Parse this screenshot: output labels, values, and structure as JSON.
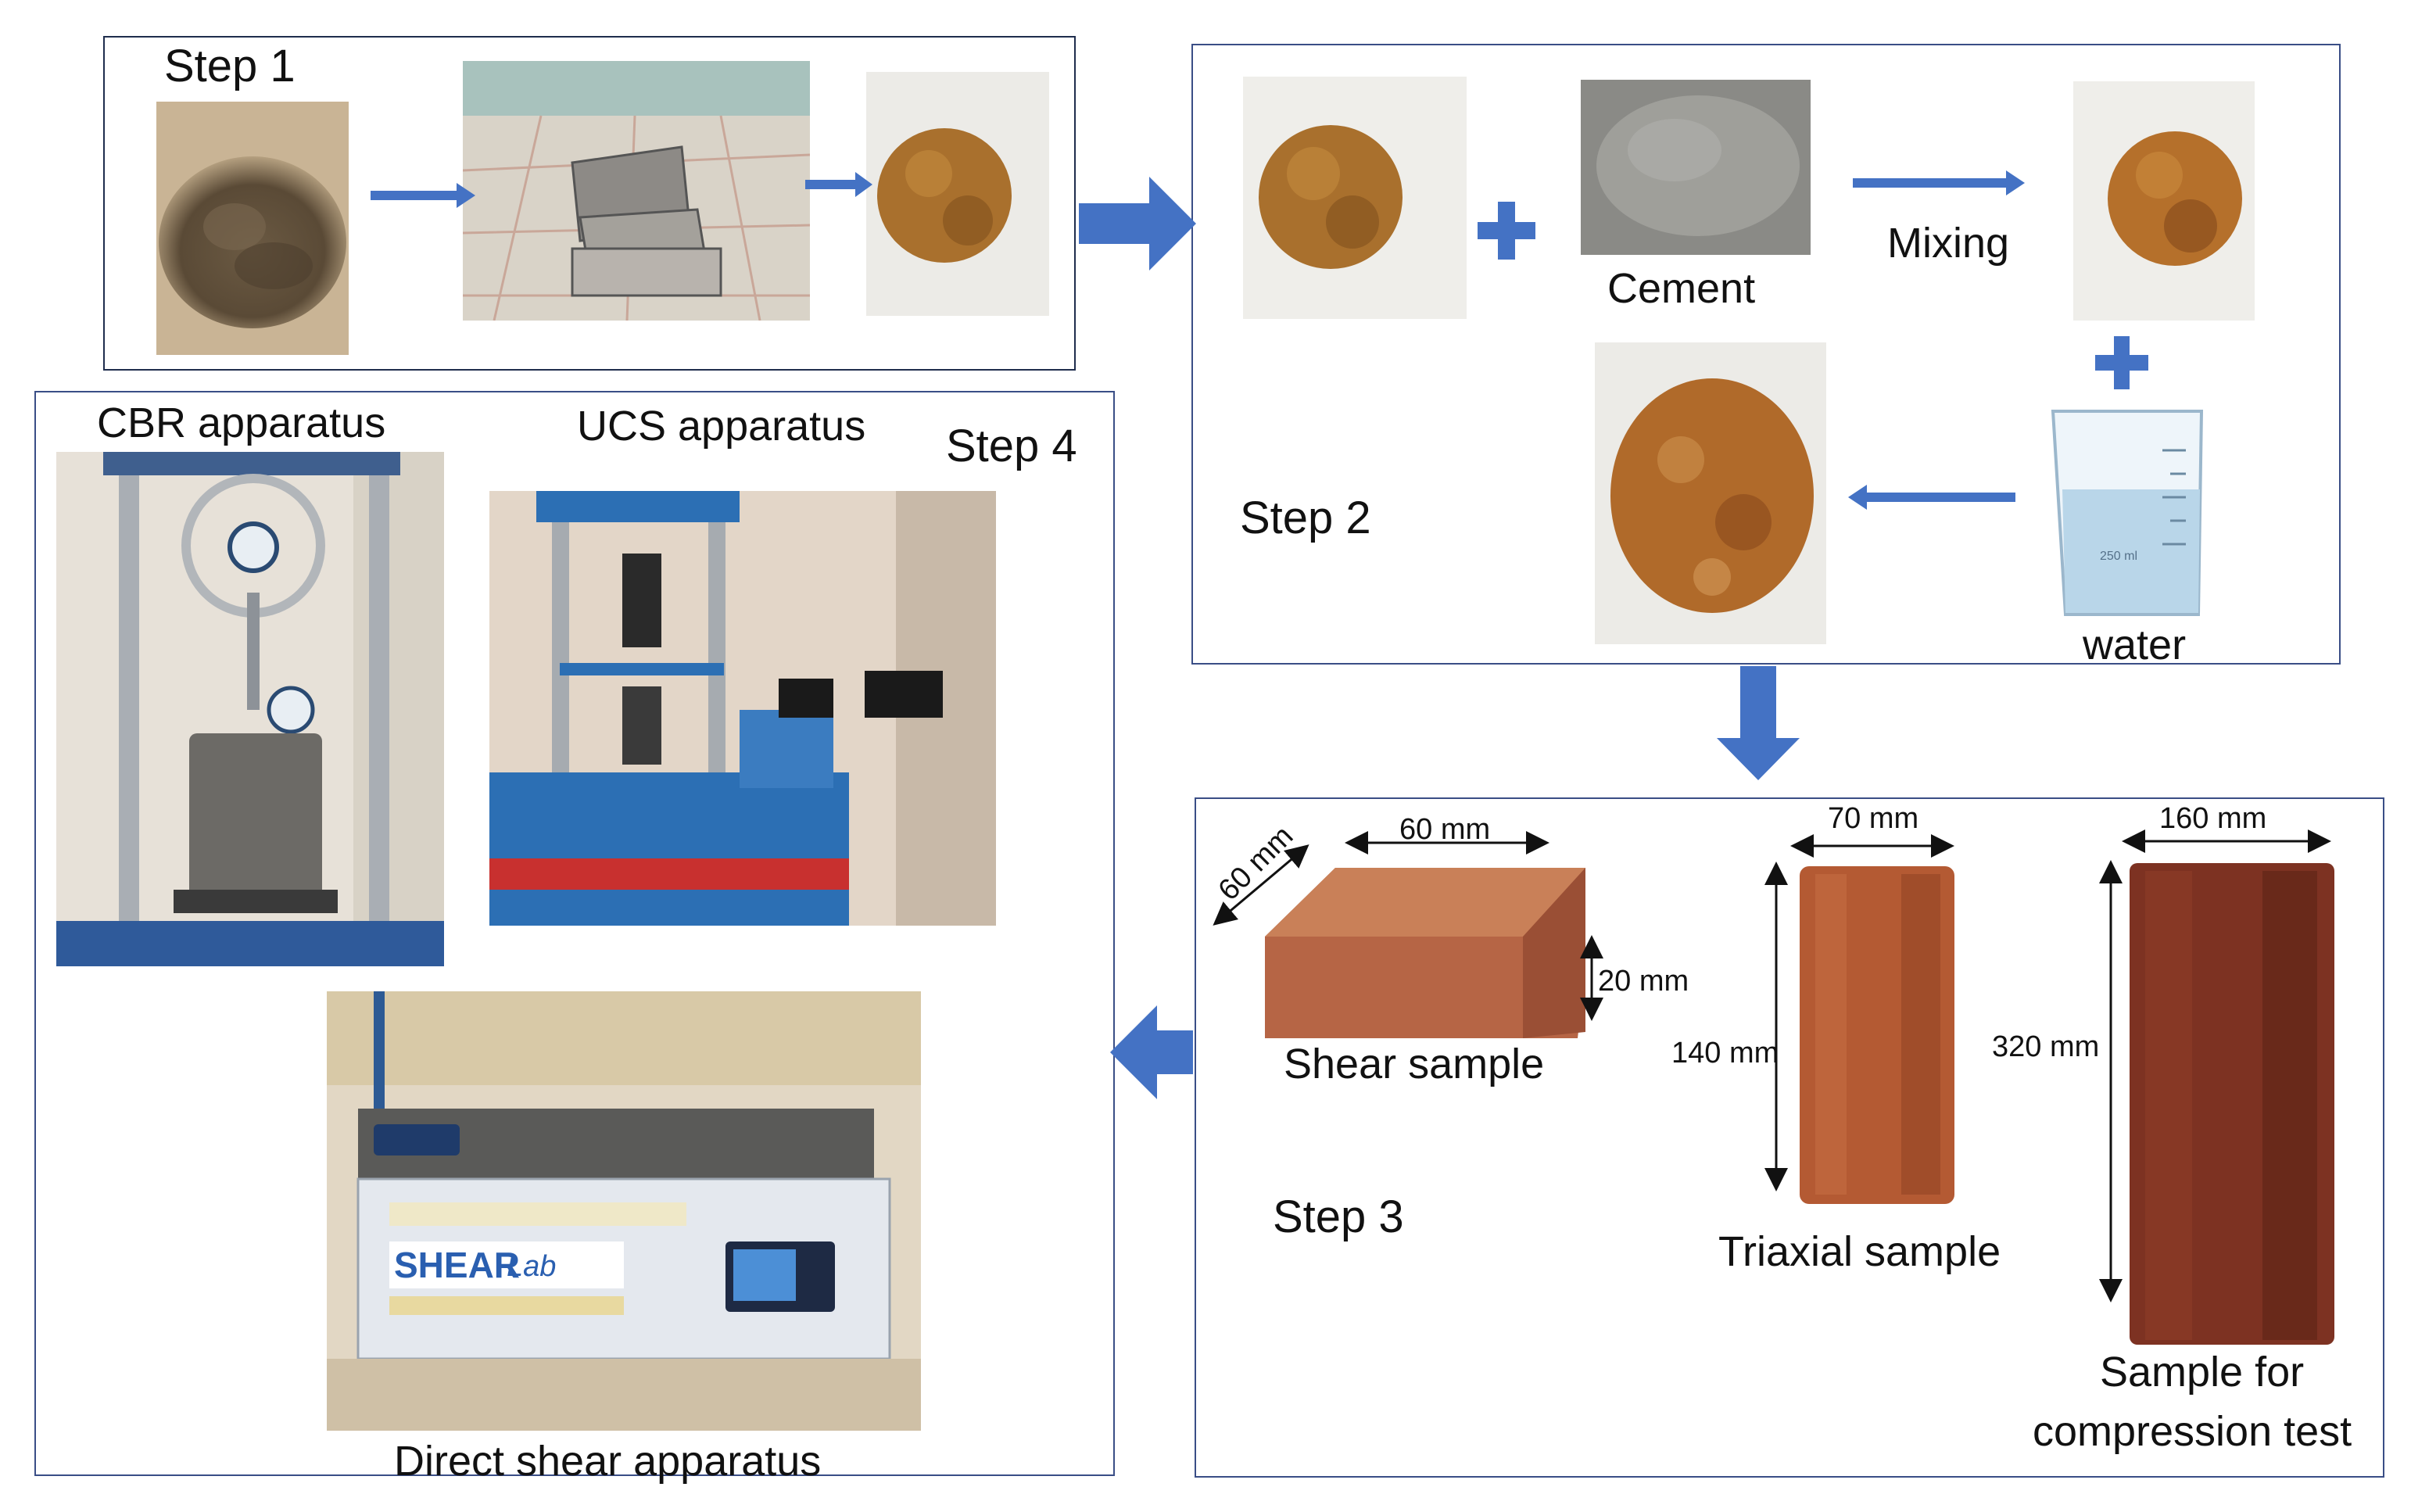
{
  "steps": {
    "step1": "Step 1",
    "step2": "Step 2",
    "step3": "Step 3",
    "step4": "Step 4"
  },
  "step2": {
    "cement": "Cement",
    "mixing": "Mixing",
    "water": "water"
  },
  "step3": {
    "shear": {
      "width": "60 mm",
      "depth": "60 mm",
      "height": "20 mm",
      "caption": "Shear sample"
    },
    "triaxial": {
      "width": "70 mm",
      "height": "140 mm",
      "caption": "Triaxial sample"
    },
    "compression": {
      "width": "160 mm",
      "height": "320 mm",
      "caption_line1": "Sample for",
      "caption_line2": "compression test"
    }
  },
  "step4": {
    "cbr": "CBR apparatus",
    "ucs": "UCS apparatus",
    "direct_shear": "Direct shear apparatus",
    "panel_brand": "SHEAR",
    "panel_brand_suffix": "Lab"
  },
  "colors": {
    "arrow": "#4472c4",
    "soil": "#a9702d",
    "soil_dark": "#7a4a1a",
    "sample_red": "#a2452a",
    "sample_dark": "#7a2c1d",
    "machine_blue": "#2c6fb4"
  }
}
